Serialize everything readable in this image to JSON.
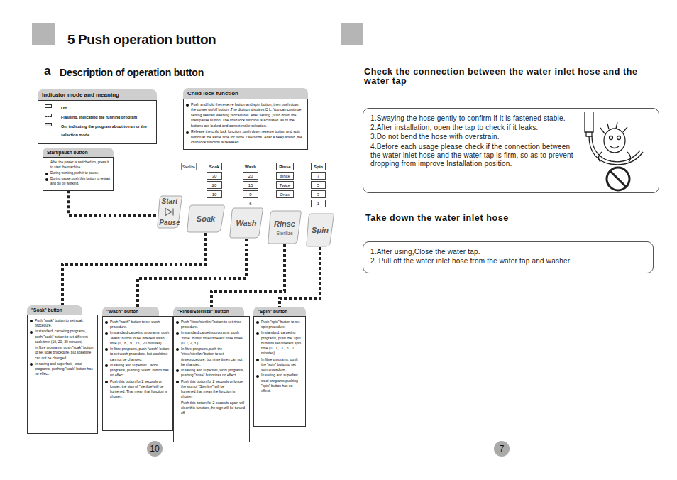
{
  "diagram": {
    "title": "5 Push operation button",
    "nodes": [
      {
        "text": [
          "Indicator mode and meaning",
          "Off",
          "Flashing, indicating the running program",
          "On, indicating the program about to run or the selection mode"
        ]
      },
      {
        "text": [
          "Child lock function",
          "Push and hold the reserve button and spin button, then push down the power on/off button .The digitron displays C L. You can continue setting desired washing procedures. After setting ,push down the start/pause button. The child lock function is activated. all of the buttons are locked and cannot make selection.",
          "Release the child lock function :push down reserve button and spin button at the same time for more 2 seconds .After a beep sound ,the child lock function is released."
        ]
      },
      {
        "text": [
          "Start/paush button",
          "After the power is switched on, press it to start the machine",
          "During working,push it to pause;",
          "During pause,push this button to restart and go on working."
        ]
      },
      {
        "text": [
          "Start",
          "Pause"
        ]
      },
      {
        "text": [
          "Soak"
        ]
      },
      {
        "text": [
          "Wash"
        ]
      },
      {
        "text": [
          "Rinse",
          "Sterilize"
        ]
      },
      {
        "text": [
          "Spin"
        ]
      },
      {
        "text": [
          "\"Soak\" button",
          "Push \"soak\" button to set soak procedure.",
          "In standard, carpeting programs, push \"soak\" button to set different soak time (10, 20, 30 minutes)",
          "In fibre programs, push \"soak\" button to set soak procedure, but soaktime can not be changed.",
          "In saving and superfast、wool programs, pushing \"soak\" button has no effect."
        ]
      },
      {
        "text": [
          "\"Wash\" button",
          "Push \"wash\" button to set wash procedure.",
          "In standard,carpeting programs, push \"wash\" button to set different wash time (0、6、9、15、20 minutes)",
          "In fibre programs, push \"wash\" button to set wash procedure, but washtime can not be changed.",
          "In saving and superfast、wool programs, pushing \"wash\" button has no effect.",
          "Push this button for 2 seconds or longer, the sign of \"sterilize\"will be lightened. That mean that function is chosen."
        ]
      },
      {
        "text": [
          "\"Rinse/Sterilize\" button",
          "Push \"rinse/sterilize\"button to set rinse procedure.",
          "In standard,carpetingprograms, push \"rinse\" button toset different rinse times (0, 1, 2, 3 )",
          "In fibre programs,push the \"rinse/sterilize\"button to set rinseprocedure, but rinse times can not be changed.",
          "In saving and superfast, wool programs, pushing \"rinse\" buttonhas no effect.",
          "Push this botton for 2 seconds or longer the sign of \"Sterilize\" will be lightened,that mean the function is chosen",
          "Push this botton for 2 seconds again will clear this function ,the sign will be turued off"
        ]
      },
      {
        "text": [
          "\"Spin\" button",
          "Push \"spin\" button to set spin procedure.",
          "In standard, carpeting programs, push the \"spin\" buttonto set different spin time (0、1、3、5、7 minutes).",
          "In fibre programs, push the \"spin\" buttonto set spin procedure.",
          "In saving and superfast、wool programs,pushing \"spin\" button has no effect."
        ]
      },
      {
        "text": [
          "1.Swaying the hose gently to confirm if it is fastened stable.",
          "2.After installation, open the tap to check if it leaks.",
          "3.Do not bend the hose with overstrain.",
          "4.Before each usage please check if the connection between the water inlet hose and the water tap is firm, so as to prevent dropping from improve Installation position."
        ]
      },
      {
        "text": [
          "1.After using,Close the water tap.",
          "2. Pull off the water inlet hose from the water tap and washer"
        ]
      }
    ],
    "edges": [
      {
        "from": 3,
        "to": 2,
        "arrow": "none"
      },
      {
        "from": 4,
        "to": 8,
        "arrow": "none"
      },
      {
        "from": 5,
        "to": 9,
        "arrow": "none"
      },
      {
        "from": 6,
        "to": 10,
        "arrow": "none"
      },
      {
        "from": 7,
        "to": 11,
        "arrow": "none"
      }
    ],
    "labels": [
      "a",
      "Description of operation button",
      "Sterilize",
      "Soak",
      "30",
      "20",
      "10",
      "Wash",
      "20",
      "15",
      "9",
      "6",
      "Rinse",
      "thrice",
      "Twice",
      "Once",
      "Spin",
      "7",
      "5",
      "3",
      "1",
      "10",
      "Check the connection between the water inlet hose and the water tap",
      "Take down the water inlet hose",
      "7"
    ]
  }
}
